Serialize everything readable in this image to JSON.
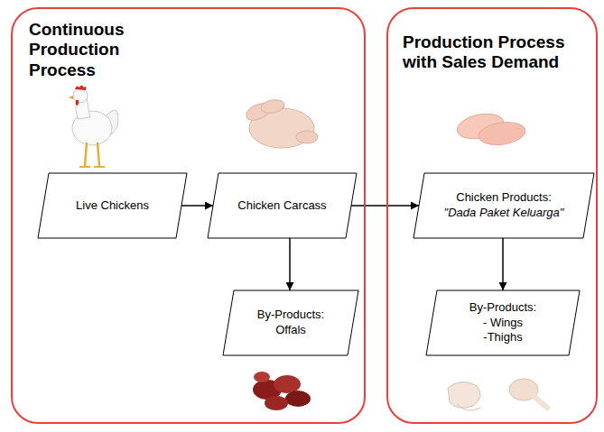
{
  "diagram": {
    "nodes": [
      {
        "text": [
          "Continuous Production Process"
        ]
      },
      {
        "text": [
          "Live Chickens"
        ],
        "in": 0
      },
      {
        "text": [
          "Chicken Carcass"
        ],
        "in": 0
      },
      {
        "text": [
          "By-Products: Offals"
        ],
        "in": 0
      },
      {
        "text": [
          "Production Process with Sales Demand"
        ]
      },
      {
        "text": [
          "Chicken Products:",
          "\"Dada Paket Keluarga\""
        ],
        "in": 4
      },
      {
        "text": [
          "By-Products:",
          "- Wings",
          "-Thighs"
        ],
        "in": 4
      }
    ],
    "edges": [
      {
        "from": 1,
        "to": 2,
        "arrow": "to"
      },
      {
        "from": 2,
        "to": 5,
        "arrow": "to"
      },
      {
        "from": 2,
        "to": 3,
        "arrow": "to"
      },
      {
        "from": 5,
        "to": 6,
        "arrow": "to"
      }
    ]
  }
}
